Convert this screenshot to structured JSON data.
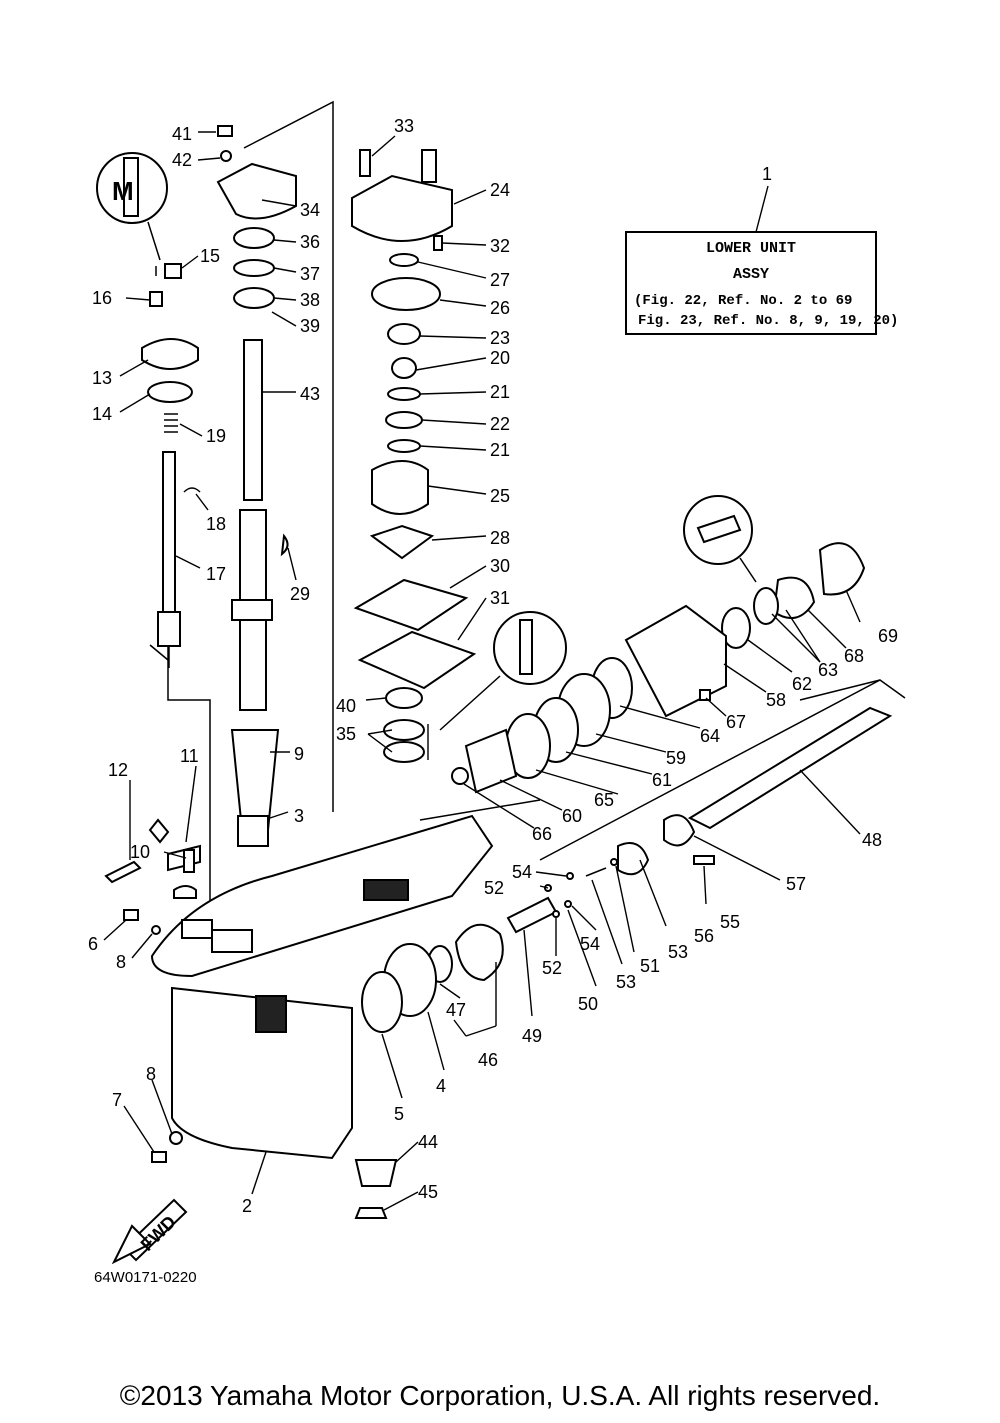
{
  "assy_box": {
    "ref": "1",
    "line1": "LOWER UNIT",
    "line2": "ASSY",
    "line3": "(Fig. 22, Ref. No. 2 to 69",
    "line4": "Fig. 23, Ref. No. 8, 9, 19, 20)"
  },
  "drawing_code": "64W0171-0220",
  "fwd_label": "FWD",
  "copyright": "©2013 Yamaha Motor Corporation, U.S.A. All rights reserved.",
  "callouts": {
    "c41": "41",
    "c42": "42",
    "c33": "33",
    "c24": "24",
    "c34": "34",
    "c32": "32",
    "c15": "15",
    "c36": "36",
    "c27": "27",
    "c37": "37",
    "c26": "26",
    "c16": "16",
    "c38": "38",
    "c39": "39",
    "c23": "23",
    "c13": "13",
    "c20": "20",
    "c43": "43",
    "c21a": "21",
    "c14": "14",
    "c22": "22",
    "c19": "19",
    "c21b": "21",
    "c25": "25",
    "c18": "18",
    "c28": "28",
    "c17": "17",
    "c29": "29",
    "c30": "30",
    "c31": "31",
    "c69": "69",
    "c68": "68",
    "c63": "63",
    "c62": "62",
    "c58": "58",
    "c40": "40",
    "c67": "67",
    "c35": "35",
    "c64": "64",
    "c59": "59",
    "c9": "9",
    "c12": "12",
    "c11": "11",
    "c61": "61",
    "c65": "65",
    "c60": "60",
    "c3": "3",
    "c66": "66",
    "c48": "48",
    "c10": "10",
    "c54a": "54",
    "c57": "57",
    "c52a": "52",
    "c6": "6",
    "c8a": "8",
    "c55": "55",
    "c56": "56",
    "c54b": "54",
    "c53a": "53",
    "c51": "51",
    "c52b": "52",
    "c53b": "53",
    "c50": "50",
    "c47": "47",
    "c49": "49",
    "c46": "46",
    "c4": "4",
    "c8b": "8",
    "c7": "7",
    "c5": "5",
    "c44": "44",
    "c2": "2",
    "c45": "45"
  }
}
